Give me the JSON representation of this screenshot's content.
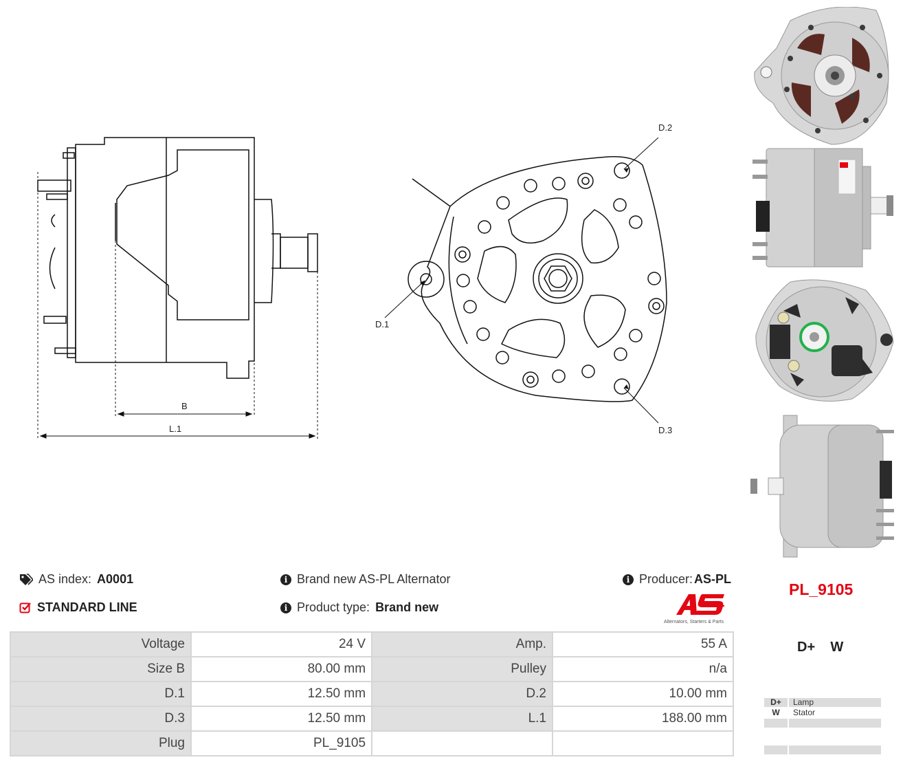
{
  "drawing": {
    "labels": {
      "b": "B",
      "l1": "L.1",
      "d1": "D.1",
      "d2": "D.2",
      "d3": "D.3"
    }
  },
  "header": {
    "as_index_label": "AS index:",
    "as_index_value": "A0001",
    "line_label": "STANDARD LINE",
    "brand_new_text": "Brand new AS-PL Alternator",
    "product_type_label": "Product type:",
    "product_type_value": "Brand new",
    "producer_label": "Producer:",
    "producer_value": "AS-PL",
    "logo_text": "AS",
    "logo_tagline": "Alternators, Starters & Parts",
    "part_number": "PL_9105"
  },
  "specs": [
    {
      "l1": "Voltage",
      "v1": "24 V",
      "l2": "Amp.",
      "v2": "55 A"
    },
    {
      "l1": "Size B",
      "v1": "80.00 mm",
      "l2": "Pulley",
      "v2": "n/a"
    },
    {
      "l1": "D.1",
      "v1": "12.50 mm",
      "l2": "D.2",
      "v2": "10.00 mm"
    },
    {
      "l1": "D.3",
      "v1": "12.50 mm",
      "l2": "L.1",
      "v2": "188.00 mm"
    },
    {
      "l1": "Plug",
      "v1": "PL_9105",
      "l2": "",
      "v2": ""
    }
  ],
  "terminals": {
    "header": "D+    W",
    "rows": [
      {
        "key": "D+",
        "value": "Lamp"
      },
      {
        "key": "W",
        "value": "Stator"
      },
      {
        "key": "",
        "value": ""
      },
      {
        "key": "",
        "value": ""
      }
    ]
  },
  "colors": {
    "brand_red": "#e30613",
    "table_label_bg": "#e0e0e0",
    "table_border": "#d6d6d6"
  },
  "icons": [
    "tags-icon",
    "check-square-icon",
    "info-icon",
    "as-logo"
  ]
}
